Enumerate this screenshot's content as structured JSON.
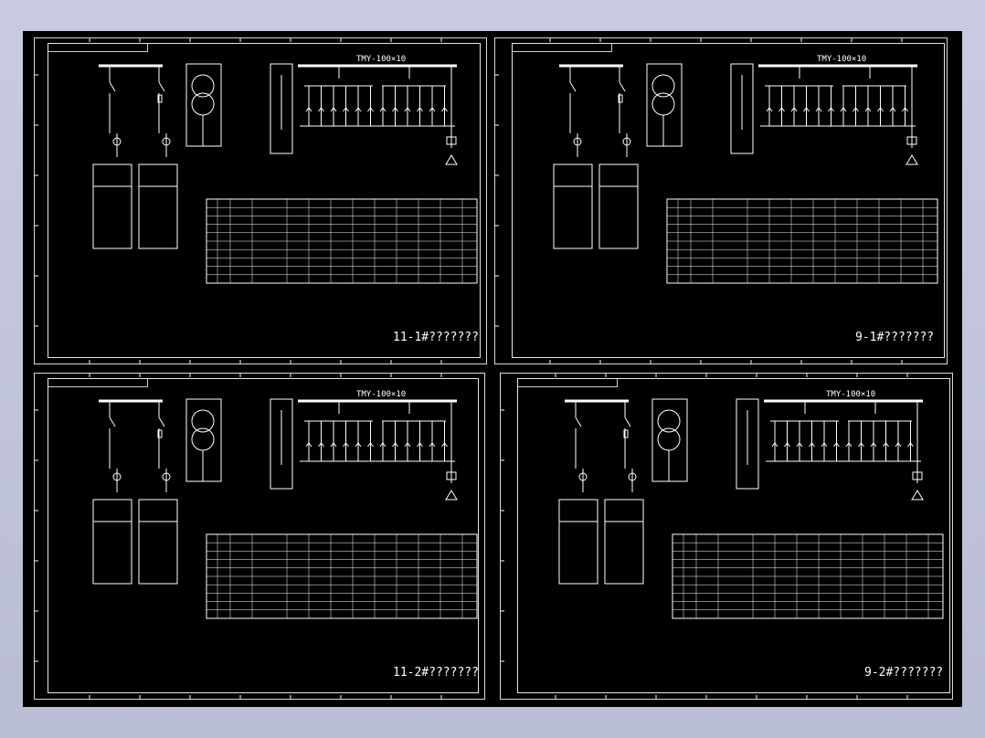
{
  "sheets": [
    {
      "bus_label": "TMY-100×10",
      "title": "11-1#???????"
    },
    {
      "bus_label": "TMY-100×10",
      "title": "9-1#???????"
    },
    {
      "bus_label": "TMY-100×10",
      "title": "11-2#???????"
    },
    {
      "bus_label": "TMY-100×10",
      "title": "9-2#???????"
    }
  ],
  "colors": {
    "background": "#000000",
    "lines": "#ffffff",
    "window": "#c4c6dc"
  }
}
